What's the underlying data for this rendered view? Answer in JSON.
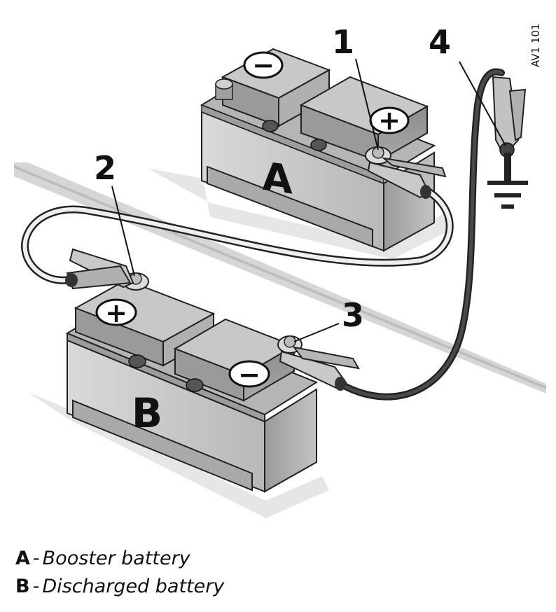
{
  "diagram": {
    "code": "AV1 101",
    "battery_a_letter": "A",
    "battery_b_letter": "B",
    "plus_symbol": "+",
    "minus_symbol": "−",
    "callouts": [
      "1",
      "2",
      "3",
      "4"
    ]
  },
  "legend": [
    {
      "key": "A",
      "separator": "-",
      "description": "Booster battery"
    },
    {
      "key": "B",
      "separator": "-",
      "description": "Discharged battery"
    }
  ]
}
